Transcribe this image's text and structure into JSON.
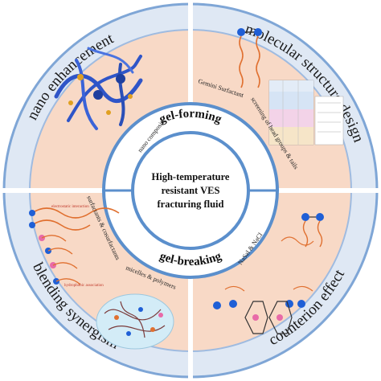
{
  "center": {
    "lines": [
      "High-temperature",
      "resistant VES",
      "fracturing fluid"
    ]
  },
  "inner_ring": {
    "top": "gel-forming",
    "bottom": "gel-breaking"
  },
  "outer_ring": {
    "top_left": "nano enhancement",
    "top_right": "molecular structure design",
    "bottom_left": "blending synergism",
    "bottom_right": "counterion effect"
  },
  "quadrants": {
    "top_left": {
      "labels": [
        "nano composite"
      ]
    },
    "top_right": {
      "labels": [
        "Gemini Surfactant",
        "screening of head groups & tails"
      ]
    },
    "bottom_left": {
      "labels": [
        "surfactants & cosurfactants",
        "micelles & polymers"
      ],
      "annotations": [
        "electrostatic interaction",
        "hydrophobic association"
      ]
    },
    "bottom_right": {
      "labels": [
        "NaSal & NaCl"
      ]
    }
  },
  "colors": {
    "ring": "#dfe8f4",
    "ring_stroke": "#7fa6d6",
    "quadrant_fill": "#f8d9c6",
    "inner_ring_stroke": "#5b8fcc",
    "divider": "#ffffff"
  }
}
